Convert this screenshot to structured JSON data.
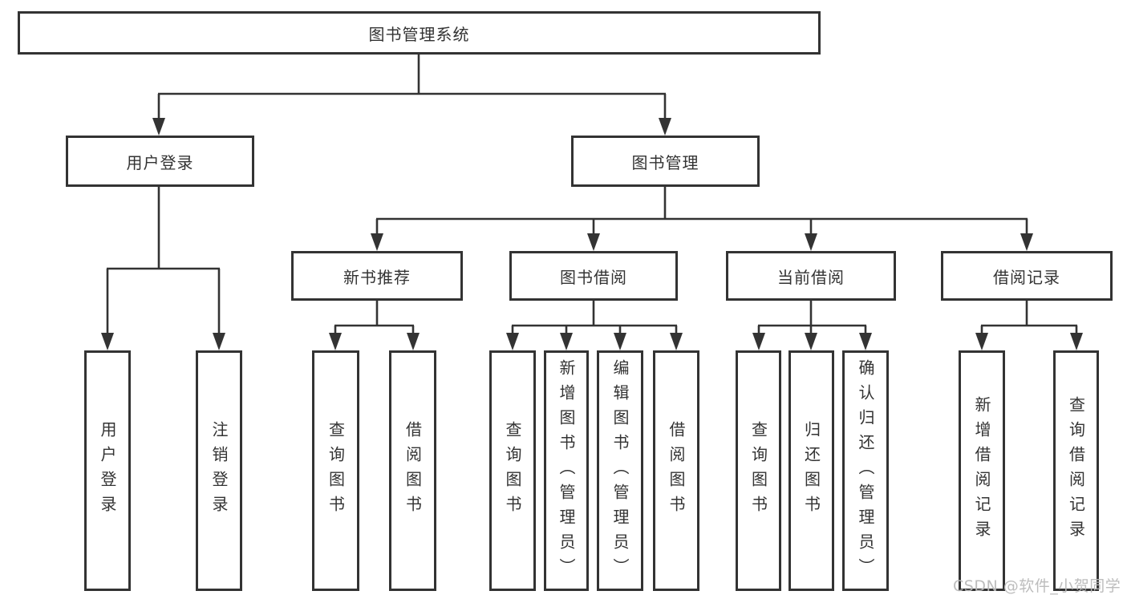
{
  "colors": {
    "background": "#ffffff",
    "box_border": "#333333",
    "line": "#333333",
    "text": "#333333",
    "watermark": "#b9b9b9"
  },
  "watermark": {
    "text": "CSDN @软件_小贺同学"
  },
  "tree": {
    "root": "图书管理系统",
    "user_login": {
      "label": "用户登录",
      "children": [
        "用户登录",
        "注销登录"
      ]
    },
    "book_management": {
      "label": "图书管理",
      "groups": [
        {
          "label": "新书推荐",
          "children": [
            "查询图书",
            "借阅图书"
          ]
        },
        {
          "label": "图书借阅",
          "children": [
            "查询图书",
            "新增图书（管理员）",
            "编辑图书（管理员）",
            "借阅图书"
          ]
        },
        {
          "label": "当前借阅",
          "children": [
            "查询图书",
            "归还图书",
            "确认归还（管理员）"
          ]
        },
        {
          "label": "借阅记录",
          "children": [
            "新增借阅记录",
            "查询借阅记录"
          ]
        }
      ]
    }
  }
}
